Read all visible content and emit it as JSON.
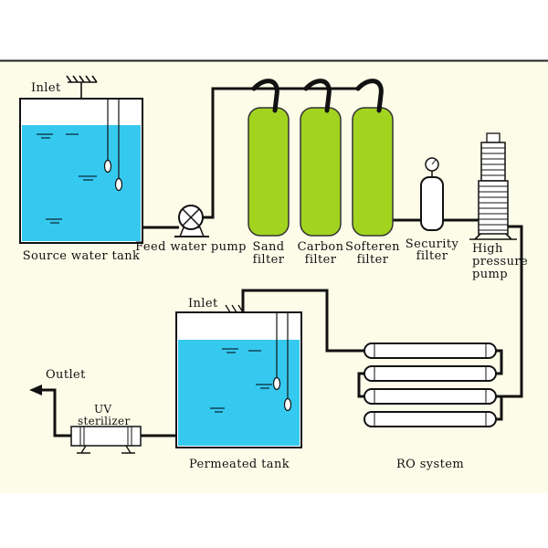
{
  "diagram": {
    "colors": {
      "background": "#FCFCE9",
      "water": "#36C9EF",
      "filter_green": "#A2D41F",
      "line": "#000000"
    },
    "labels": {
      "inlet_source": "Inlet",
      "source_tank": "Source water tank",
      "feed_pump": "Feed water pump",
      "sand_filter": {
        "line1": "Sand",
        "line2": "filter"
      },
      "carbon_filter": {
        "line1": "Carbon",
        "line2": "filter"
      },
      "softeren_filter": {
        "line1": "Softeren",
        "line2": "filter"
      },
      "security_filter": {
        "line1": "Security",
        "line2": "filter"
      },
      "high_pressure_pump": {
        "line1": "High",
        "line2": "pressure",
        "line3": "pump"
      },
      "inlet_permeated": "Inlet",
      "permeated_tank": "Permeated tank",
      "ro_system": "RO system",
      "outlet": "Outlet",
      "uv_sterilizer": {
        "line1": "UV",
        "line2": "sterilizer"
      }
    }
  }
}
